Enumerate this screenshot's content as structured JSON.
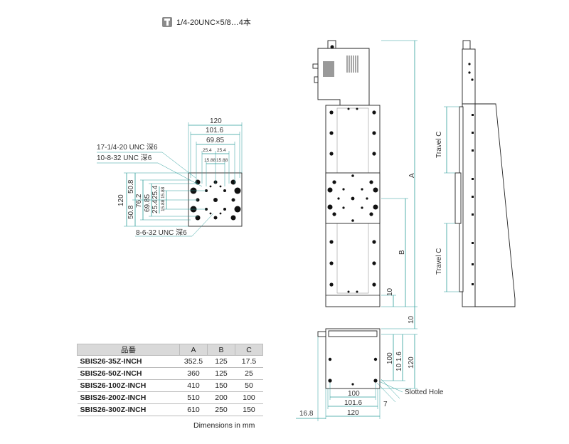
{
  "note": {
    "icon": "tapped-hole-icon",
    "text": "1/4-20UNC×5/8…4本"
  },
  "table": {
    "headers": [
      "品番",
      "A",
      "B",
      "C"
    ],
    "rows": [
      [
        "SBIS26-35Z-INCH",
        "352.5",
        "125",
        "17.5"
      ],
      [
        "SBIS26-50Z-INCH",
        "360",
        "125",
        "25"
      ],
      [
        "SBIS26-100Z-INCH",
        "410",
        "150",
        "50"
      ],
      [
        "SBIS26-200Z-INCH",
        "510",
        "200",
        "100"
      ],
      [
        "SBIS26-300Z-INCH",
        "610",
        "250",
        "150"
      ]
    ]
  },
  "footnote": "Dimensions in mm",
  "labels": {
    "hole_17": "17-1/4-20 UNC 深6",
    "hole_10": "10-8-32 UNC 深6",
    "hole_8": "8-6-32 UNC 深6",
    "slotted": "Slotted Hole",
    "travel_c": "Travel C"
  },
  "dims": {
    "d120": "120",
    "d101_6": "101.6",
    "d69_85": "69.85",
    "d25_4": "25.4",
    "d15_88": "15.88",
    "d50_8": "50.8",
    "d76_2": "76.2",
    "dA": "A",
    "dB": "B",
    "d10": "10",
    "d100": "100",
    "d10_16": "10 1.6",
    "d16_8": "16.8",
    "d7": "7"
  }
}
